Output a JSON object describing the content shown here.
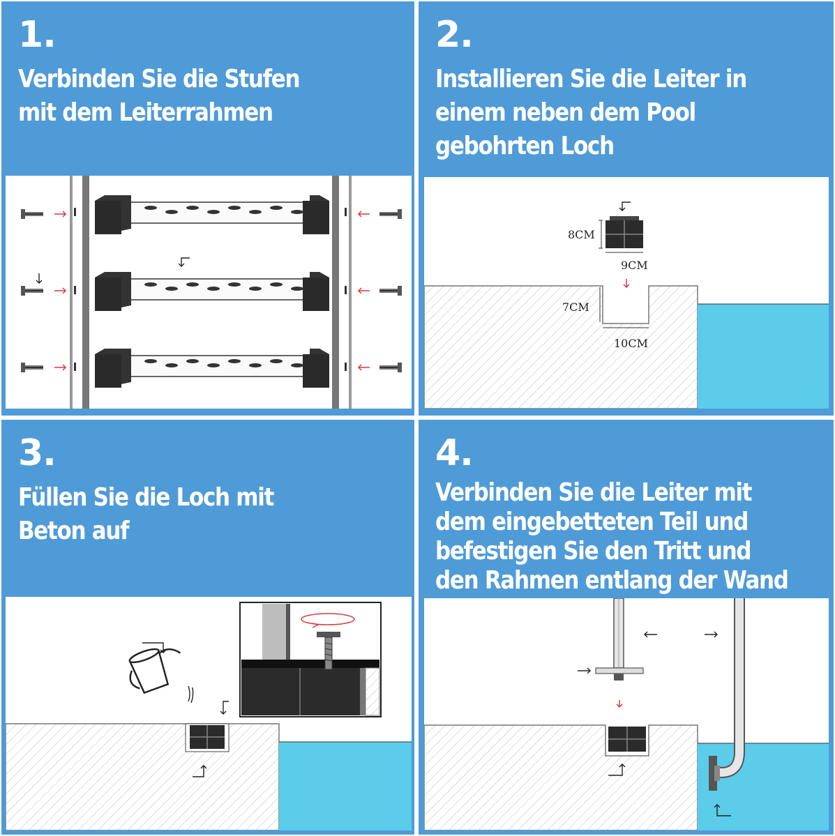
{
  "steps": [
    {
      "number": "1.",
      "caption": "Verbinden Sie die Stufen\nmit dem Leiterrahmen"
    },
    {
      "number": "2.",
      "caption": "Installieren Sie die Leiter in\neinem neben dem Pool\ngebohrten Loch"
    },
    {
      "number": "3.",
      "caption": "Füllen Sie die Loch mit\nBeton auf"
    },
    {
      "number": "4.",
      "caption": "Verbinden Sie die Leiter mit\ndem eingebetteten Teil und\nbefestigen Sie den Tritt und\nden Rahmen entlang der Wand"
    }
  ],
  "dimensions": {
    "block_height": "8CM",
    "block_width": "9CM",
    "hole_depth": "7CM",
    "hole_width": "10CM"
  },
  "colors": {
    "panel_blue": "#4f9bd7",
    "water": "#5bcdea",
    "hatch": "#bdbdbd",
    "arrow_red": "#d9393f"
  }
}
